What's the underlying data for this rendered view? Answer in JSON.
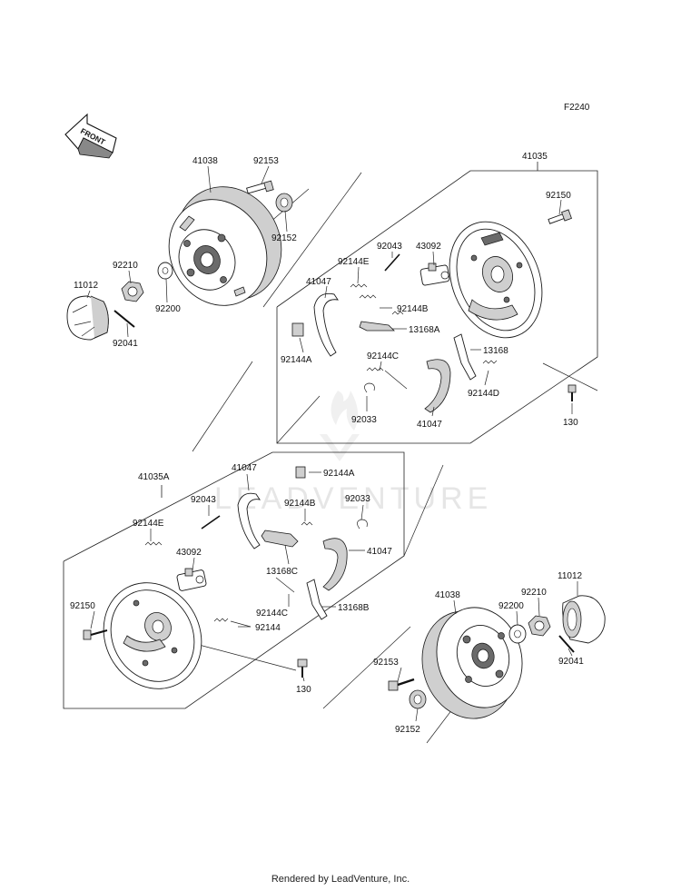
{
  "diagram_code": "F2240",
  "direction_arrow": {
    "text": "FRONT"
  },
  "footer_text": "Rendered by LeadVenture, Inc.",
  "watermark_text": "LEADVENTURE",
  "labels": {
    "p41038_top": "41038",
    "p92153_top": "92153",
    "p92152_top": "92152",
    "p92210_top": "92210",
    "p92200_top": "92200",
    "p11012_top": "11012",
    "p92041_top": "92041",
    "p41035": "41035",
    "p92150_r": "92150",
    "p92043_r": "92043",
    "p43092_r": "43092",
    "p92144E_r": "92144E",
    "p41047_r1": "41047",
    "p92144B_r": "92144B",
    "p13168A": "13168A",
    "p92144A_r": "92144A",
    "p92144C_r": "92144C",
    "p13168": "13168",
    "p92144D": "92144D",
    "p92033_r": "92033",
    "p41047_r2": "41047",
    "p130_r": "130",
    "p41035A": "41035A",
    "p41047_l1": "41047",
    "p92144A_l": "92144A",
    "p92043_l": "92043",
    "p92144B_l": "92144B",
    "p92033_l": "92033",
    "p92144E_l": "92144E",
    "p43092_l": "43092",
    "p41047_l2": "41047",
    "p13168C": "13168C",
    "p92150_l": "92150",
    "p92144C_l": "92144C",
    "p13168B": "13168B",
    "p92144": "92144",
    "p130_l": "130",
    "p41038_bot": "41038",
    "p92200_bot": "92200",
    "p92210_bot": "92210",
    "p11012_bot": "11012",
    "p92153_bot": "92153",
    "p92041_bot": "92041",
    "p92152_bot": "92152"
  }
}
